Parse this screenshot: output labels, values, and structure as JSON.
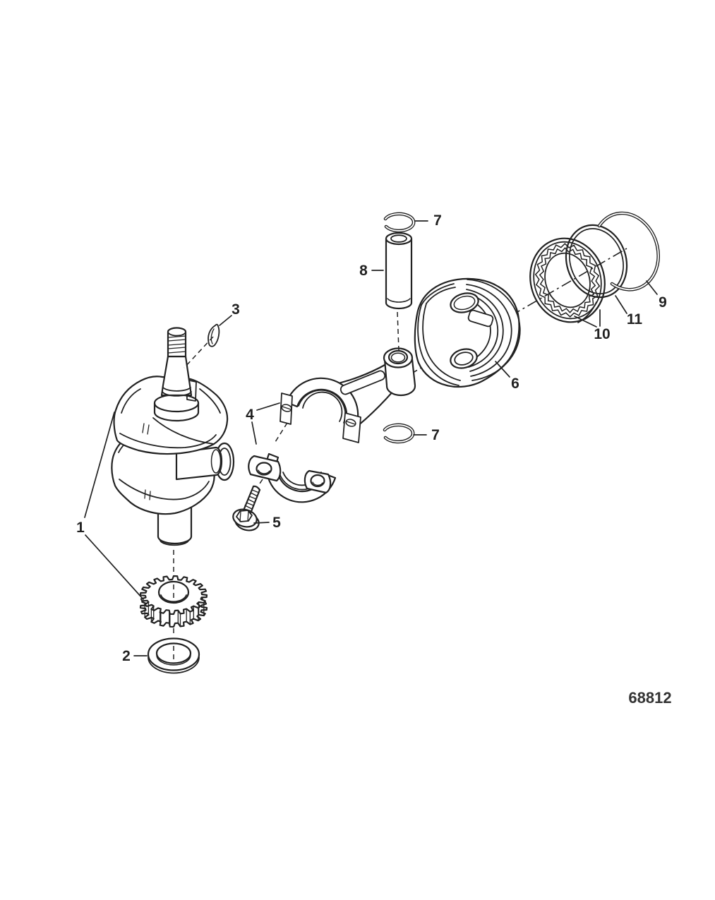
{
  "diagram": {
    "drawing_number": "68812",
    "callouts": {
      "c1": "1",
      "c2": "2",
      "c3": "3",
      "c4": "4",
      "c5": "5",
      "c6": "6",
      "c7a": "7",
      "c7b": "7",
      "c8": "8",
      "c9": "9",
      "c10": "10",
      "c11": "11"
    },
    "style": {
      "line_color": "#222222",
      "background": "#ffffff"
    }
  }
}
